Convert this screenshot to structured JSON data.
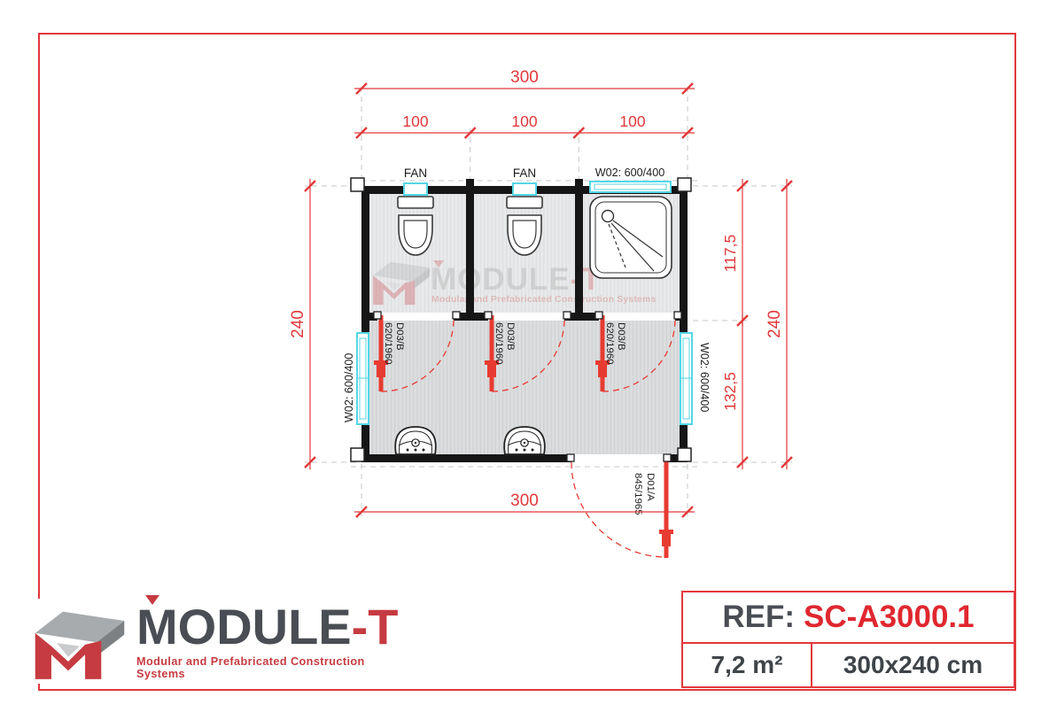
{
  "colors": {
    "accent_red": "#e2383b",
    "door_red": "#e73b31",
    "wall_black": "#161616",
    "window_cyan": "#55d6e6",
    "logo_red": "#c63b41",
    "logo_gray": "#4a4e54"
  },
  "plan": {
    "dims": {
      "top_total": "300",
      "seg1": "100",
      "seg2": "100",
      "seg3": "100",
      "left_total": "240",
      "right_upper": "117,5",
      "right_lower": "132,5",
      "right_total": "240",
      "bottom_total": "300"
    },
    "labels": {
      "fan_left": "FAN",
      "fan_right": "FAN",
      "window_top": "W02: 600/400",
      "window_left": "W02: 600/400",
      "window_right": "W02: 600/400"
    },
    "doors": [
      {
        "code": "D03/B",
        "size": "620/1960"
      },
      {
        "code": "D03/B",
        "size": "620/1960"
      },
      {
        "code": "D03/B",
        "size": "620/1960"
      }
    ],
    "exit_door": {
      "code": "D01/A",
      "size": "845/1965"
    }
  },
  "watermark": {
    "brand_main": "MODULE",
    "brand_suffix": "-T",
    "tagline": "Modular and Prefabricated Construction Systems"
  },
  "footer": {
    "brand_main": "MODULE",
    "brand_suffix": "-T",
    "tagline": "Modular and Prefabricated Construction Systems"
  },
  "ref": {
    "label": "REF:",
    "value": "SC-A3000.1",
    "area": "7,2 m²",
    "size": "300x240 cm"
  }
}
